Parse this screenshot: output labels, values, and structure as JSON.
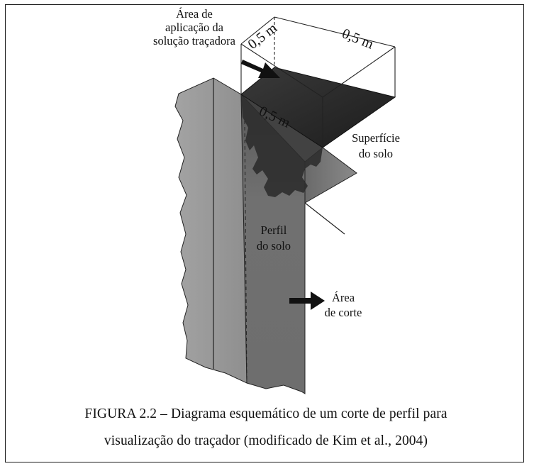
{
  "labels": {
    "application_area_line1": "Área de",
    "application_area_line2": "aplicação da",
    "application_area_line3": "solução traçadora",
    "dim_top_left": "0,5 m",
    "dim_top_right": "0,5 m",
    "dim_front": "0,5 m",
    "surface_line1": "Superfície",
    "surface_line2": "do solo",
    "profile_line1": "Perfil",
    "profile_line2": "do solo",
    "cut_area_line1": "Área",
    "cut_area_line2": "de corte"
  },
  "caption": {
    "line1": "FIGURA 2.2 – Diagrama esquemático de um corte de perfil para",
    "line2": "visualização do traçador (modificado de Kim et al., 2004)"
  }
}
